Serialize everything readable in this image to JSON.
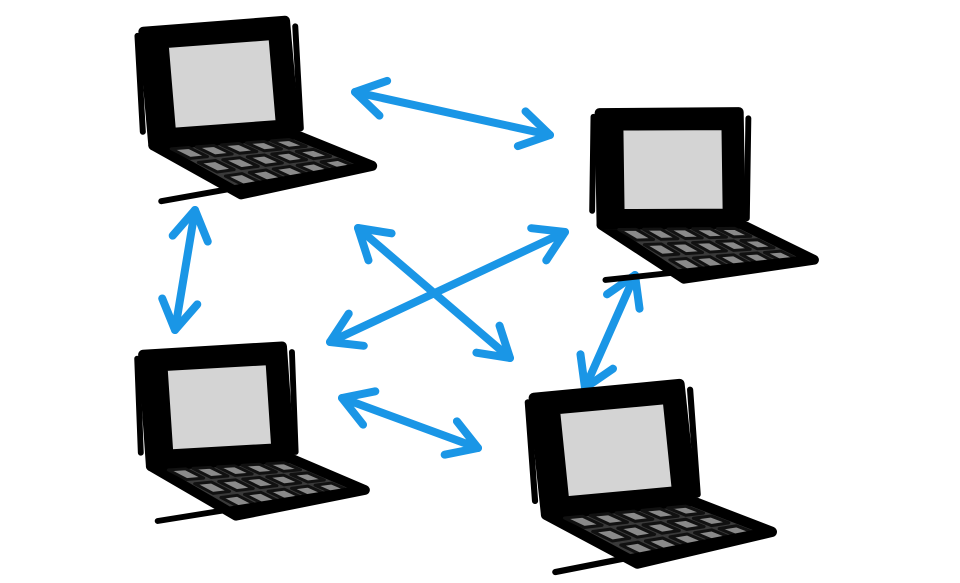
{
  "diagram": {
    "kind": "peer-to-peer network sketch",
    "colors": {
      "background": "#ffffff",
      "outline": "#000000",
      "screen": "#d4d4d4",
      "keyboard": "#3a3a3a",
      "keys": "#8a8a8a",
      "arrow": "#1a96e6"
    },
    "nodes": [
      {
        "id": "laptop-top-left",
        "icon": "laptop-icon"
      },
      {
        "id": "laptop-top-right",
        "icon": "laptop-icon"
      },
      {
        "id": "laptop-bottom-left",
        "icon": "laptop-icon"
      },
      {
        "id": "laptop-bottom-right",
        "icon": "laptop-icon"
      }
    ],
    "connections": [
      {
        "id": "arrow-top-left-to-top-right",
        "from": "laptop-top-left",
        "to": "laptop-top-right",
        "bidirectional": true
      },
      {
        "id": "arrow-top-left-to-bottom-left",
        "from": "laptop-top-left",
        "to": "laptop-bottom-left",
        "bidirectional": true
      },
      {
        "id": "arrow-top-left-to-bottom-right",
        "from": "laptop-top-left",
        "to": "laptop-bottom-right",
        "bidirectional": true
      },
      {
        "id": "arrow-top-right-to-bottom-left",
        "from": "laptop-top-right",
        "to": "laptop-bottom-left",
        "bidirectional": true
      },
      {
        "id": "arrow-top-right-to-bottom-right",
        "from": "laptop-top-right",
        "to": "laptop-bottom-right",
        "bidirectional": true
      },
      {
        "id": "arrow-bottom-left-to-bottom-right",
        "from": "laptop-bottom-left",
        "to": "laptop-bottom-right",
        "bidirectional": true
      }
    ]
  }
}
